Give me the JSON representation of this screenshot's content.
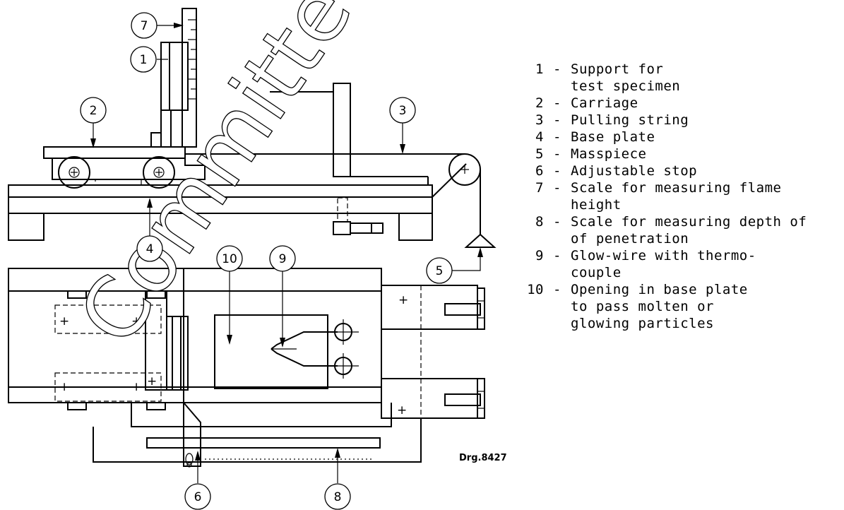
{
  "watermark": "Committee",
  "drawing_number": "Drg.8427",
  "callouts": [
    "1",
    "2",
    "3",
    "4",
    "5",
    "6",
    "7",
    "8",
    "9",
    "10"
  ],
  "legend": [
    {
      "num": "1",
      "lines": [
        "Support for",
        "test specimen"
      ]
    },
    {
      "num": "2",
      "lines": [
        "Carriage"
      ]
    },
    {
      "num": "3",
      "lines": [
        "Pulling string"
      ]
    },
    {
      "num": "4",
      "lines": [
        "Base plate"
      ]
    },
    {
      "num": "5",
      "lines": [
        "Masspiece"
      ]
    },
    {
      "num": "6",
      "lines": [
        "Adjustable stop"
      ]
    },
    {
      "num": "7",
      "lines": [
        "Scale for measuring flame",
        "height"
      ]
    },
    {
      "num": "8",
      "lines": [
        "Scale for measuring depth of",
        "of penetration"
      ]
    },
    {
      "num": "9",
      "lines": [
        "Glow-wire with thermo-",
        "couple"
      ]
    },
    {
      "num": "10",
      "lines": [
        "Opening in base plate",
        "to pass molten or",
        "glowing particles"
      ]
    }
  ]
}
